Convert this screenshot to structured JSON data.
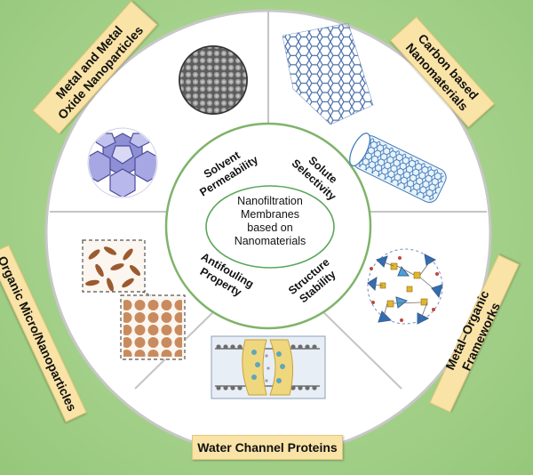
{
  "center": {
    "line1": "Nanofiltration",
    "line2": "Membranes",
    "line3": "based on",
    "line4": "Nanomaterials"
  },
  "properties": {
    "p1_line1": "Solvent",
    "p1_line2": "Permeability",
    "p2_line1": "Solute",
    "p2_line2": "Selectivity",
    "p3_line1": "Antifouling",
    "p3_line2": "Property",
    "p4_line1": "Structure",
    "p4_line2": "Stability"
  },
  "materials": {
    "m1_line1": "Metal and Metal",
    "m1_line2": "Oxide Nanoparticles",
    "m2_line1": "Carbon based",
    "m2_line2": "Nanomaterials",
    "m3": "Organic Micro/Nanoparticles",
    "m4": "Metal–Organic Frameworks",
    "m5": "Water Channel Proteins"
  },
  "colors": {
    "background": "#a9d48f",
    "label_fill": "#fae3a6",
    "ring_stroke": "#7fb36a",
    "wheel_fill": "#ffffff"
  }
}
